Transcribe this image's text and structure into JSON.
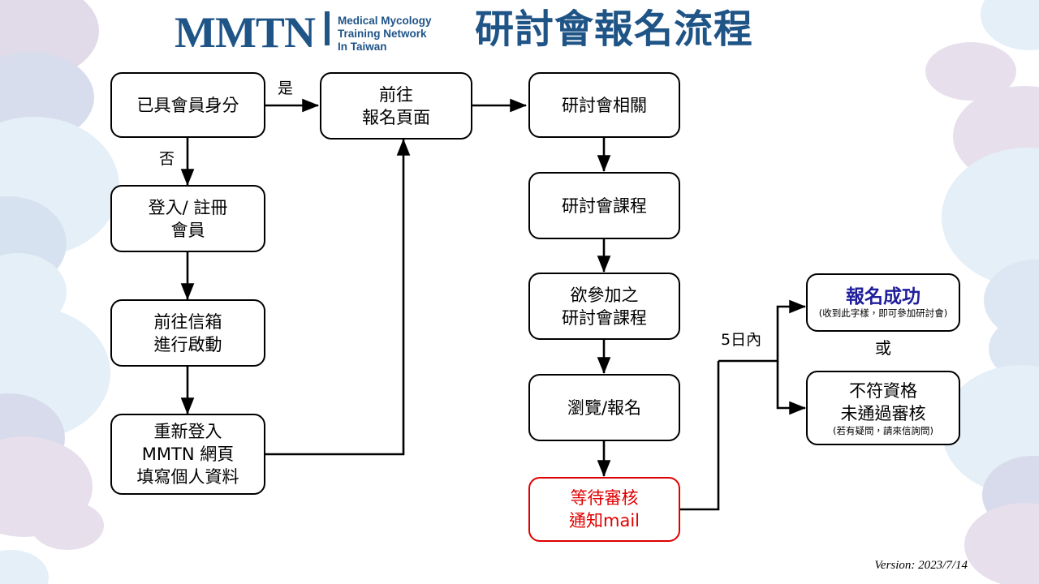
{
  "header": {
    "logo_mark": "MMTN",
    "logo_sub_line1": "Medical Mycology",
    "logo_sub_line2": "Training Network",
    "logo_sub_line3": "In Taiwan",
    "title": "研討會報名流程",
    "brand_color": "#1f5487"
  },
  "flow": {
    "nodes": [
      {
        "id": "member-status",
        "line1": "已具會員身分"
      },
      {
        "id": "login-register",
        "line1": "登入/ 註冊",
        "line2": "會員"
      },
      {
        "id": "go-mailbox",
        "line1": "前往信箱",
        "line2": "進行啟動"
      },
      {
        "id": "relogin-profile",
        "line1": "重新登入",
        "line2": "MMTN 網頁",
        "line3": "填寫個人資料"
      },
      {
        "id": "go-signup-page",
        "line1": "前往",
        "line2": "報名頁面"
      },
      {
        "id": "seminar-related",
        "line1": "研討會相關"
      },
      {
        "id": "seminar-courses",
        "line1": "研討會課程"
      },
      {
        "id": "desired-courses",
        "line1": "欲參加之",
        "line2": "研討會課程"
      },
      {
        "id": "browse-signup",
        "line1": "瀏覽/報名"
      },
      {
        "id": "await-review",
        "line1": "等待審核",
        "line2": "通知mail",
        "color": "#e00000"
      },
      {
        "id": "signup-success",
        "line1": "報名成功",
        "note": "(收到此字樣，即可參加研討會)",
        "color": "#1f1f9c"
      },
      {
        "id": "not-qualified",
        "line1": "不符資格",
        "line2": "未通過審核",
        "note": "(若有疑問，請來信詢問)"
      }
    ],
    "edge_labels": {
      "yes": "是",
      "no": "否",
      "within_5_days": "5日內",
      "or": "或"
    }
  },
  "footer": {
    "version": "Version: 2023/7/14"
  }
}
